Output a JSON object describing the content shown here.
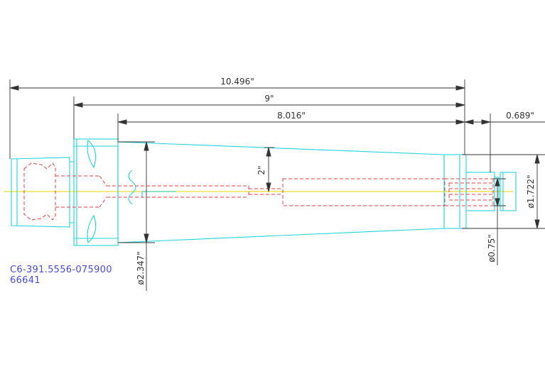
{
  "colors": {
    "outline": "#22d3e0",
    "hidden": "#ee3b3b",
    "centerline": "#f2e24a",
    "dimension": "#333333",
    "note": "#4b4bd6"
  },
  "dimensions": {
    "overall_length": "10.496\"",
    "shank_length": "9\"",
    "taper_length": "8.016\"",
    "nose_length": "0.689\"",
    "bore_radius": "2\"",
    "flange_diameter": "ø2.347\"",
    "end_diameter": "ø1.722\"",
    "pilot_diameter": "ø0.75\""
  },
  "notes": {
    "part_number": "C6-391.5556-075900",
    "item_code": "66641"
  }
}
